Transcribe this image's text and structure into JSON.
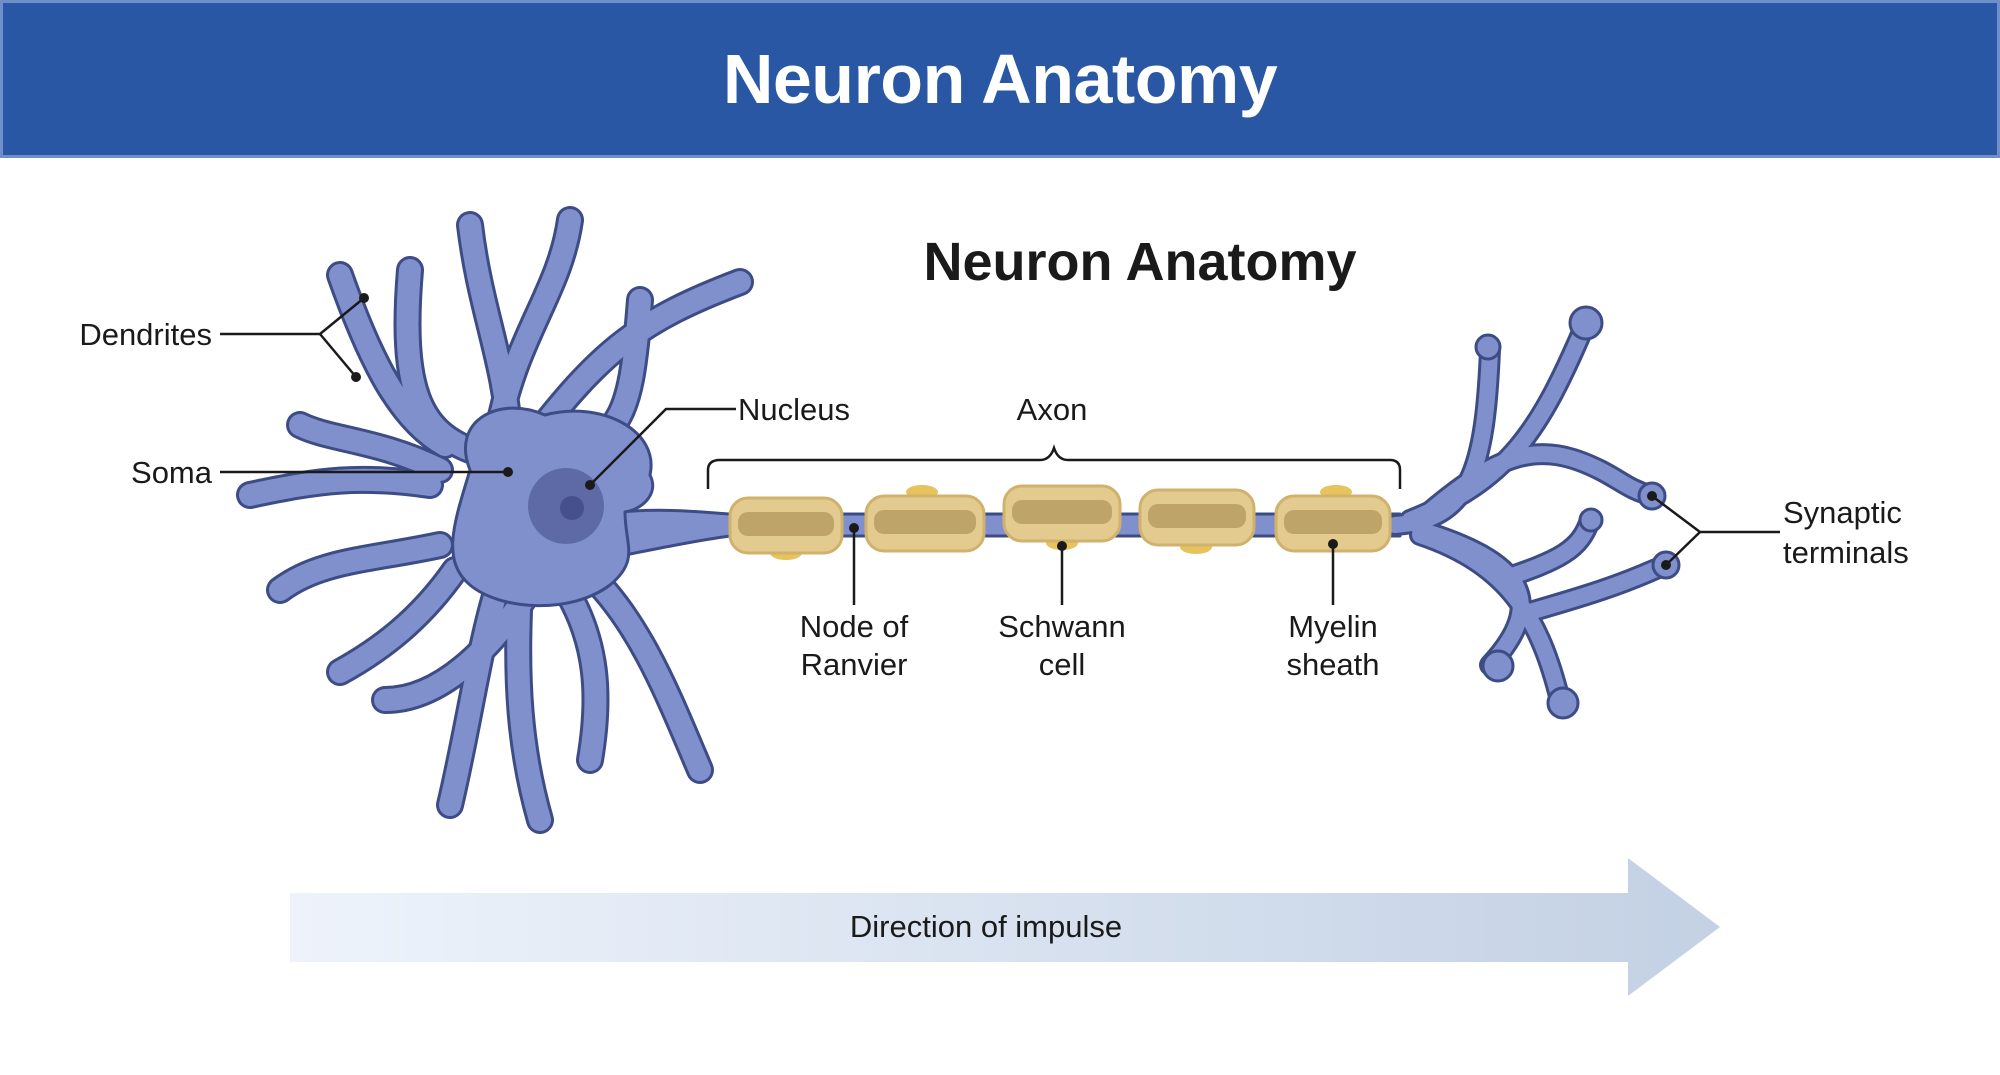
{
  "header": {
    "title": "Neuron Anatomy"
  },
  "diagram": {
    "subtitle": "Neuron Anatomy",
    "labels": {
      "dendrites": "Dendrites",
      "soma": "Soma",
      "nucleus": "Nucleus",
      "axon": "Axon",
      "node_line1": "Node of",
      "node_line2": "Ranvier",
      "schwann_line1": "Schwann",
      "schwann_line2": "cell",
      "myelin_line1": "Myelin",
      "myelin_line2": "sheath",
      "synaptic_line1": "Synaptic",
      "synaptic_line2": "terminals"
    },
    "arrow_label": "Direction of impulse",
    "colors": {
      "banner": "#2957a4",
      "neuron_fill": "#7f90cc",
      "neuron_outline": "#3e4c86",
      "nucleus_outer": "#5d6aa6",
      "nucleus_inner": "#45508c",
      "myelin_fill": "#e3cb90",
      "myelin_band": "#bfa46a",
      "schwann_nucleus": "#e6c35c",
      "arrow_start": "#eef3fb",
      "arrow_end": "#c3d1e4"
    }
  }
}
